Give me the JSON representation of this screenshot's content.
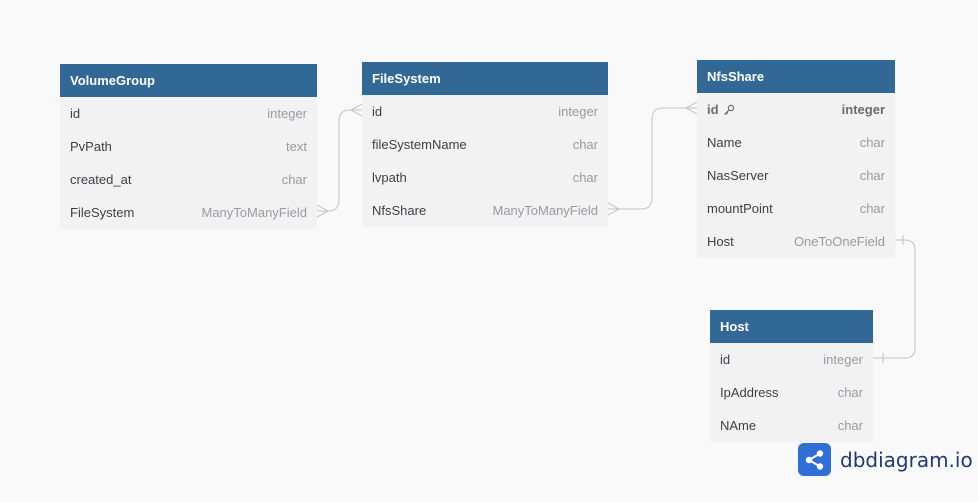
{
  "tables": [
    {
      "key": "volumegroup",
      "name": "VolumeGroup",
      "fields": [
        {
          "name": "id",
          "type": "integer"
        },
        {
          "name": "PvPath",
          "type": "text"
        },
        {
          "name": "created_at",
          "type": "char"
        },
        {
          "name": "FileSystem",
          "type": "ManyToManyField"
        }
      ]
    },
    {
      "key": "filesystem",
      "name": "FileSystem",
      "fields": [
        {
          "name": "id",
          "type": "integer"
        },
        {
          "name": "fileSystemName",
          "type": "char"
        },
        {
          "name": "lvpath",
          "type": "char"
        },
        {
          "name": "NfsShare",
          "type": "ManyToManyField"
        }
      ]
    },
    {
      "key": "nfsshare",
      "name": "NfsShare",
      "fields": [
        {
          "name": "id",
          "type": "integer",
          "pk": true
        },
        {
          "name": "Name",
          "type": "char"
        },
        {
          "name": "NasServer",
          "type": "char"
        },
        {
          "name": "mountPoint",
          "type": "char"
        },
        {
          "name": "Host",
          "type": "OneToOneField"
        }
      ]
    },
    {
      "key": "host",
      "name": "Host",
      "fields": [
        {
          "name": "id",
          "type": "integer"
        },
        {
          "name": "IpAddress",
          "type": "char"
        },
        {
          "name": "NAme",
          "type": "char"
        }
      ]
    }
  ],
  "relationships": [
    {
      "from": "VolumeGroup.FileSystem",
      "to": "FileSystem.id",
      "kind": "many-to-many"
    },
    {
      "from": "FileSystem.NfsShare",
      "to": "NfsShare.id",
      "kind": "many-to-many"
    },
    {
      "from": "NfsShare.Host",
      "to": "Host.id",
      "kind": "one-to-one"
    }
  ],
  "colors": {
    "header_bg": "#316896",
    "header_text": "#ffffff",
    "body_bg": "#f2f2f3",
    "field_name": "#3f3f46",
    "field_type": "#9a9aa2",
    "connector": "#c4c4c8",
    "brand_blue": "#2f6fd6",
    "brand_text": "#1f3b73"
  },
  "icons": {
    "primary_key": "key-icon",
    "logo": "dbdiagram-share-icon"
  },
  "brand": {
    "text": "dbdiagram.io"
  }
}
